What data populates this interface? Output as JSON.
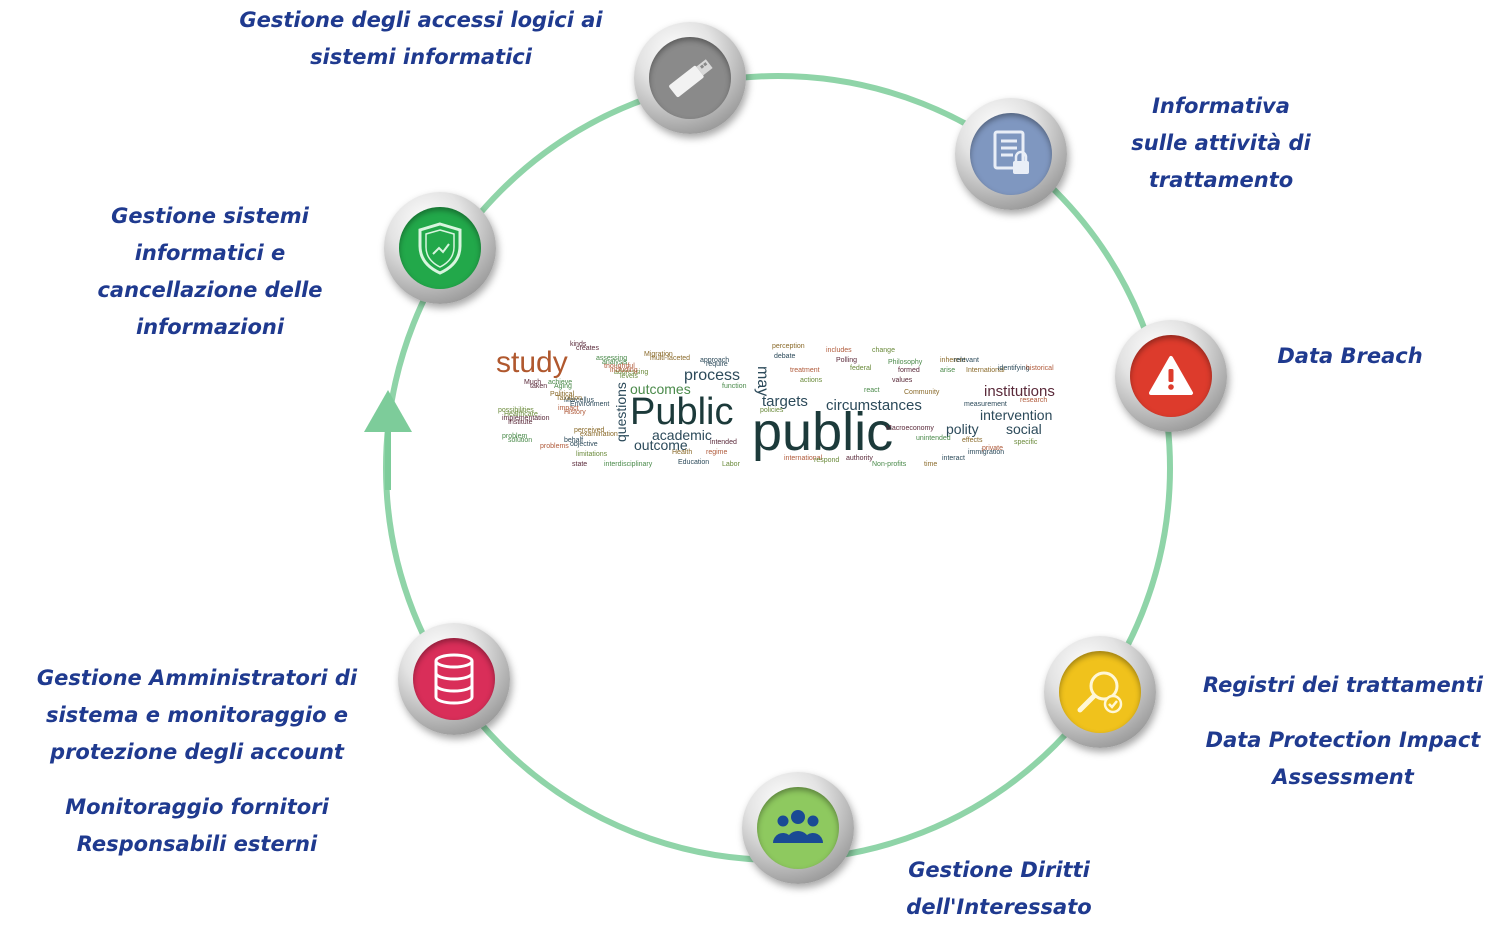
{
  "diagram": {
    "colors": {
      "ring": "#8fd4a8",
      "arrow": "#7dcc9a",
      "label": "#1f3a8f",
      "usb_inner": "#8a8a8a",
      "doc_inner": "#7f97c0",
      "breach_inner": "#dd3b2c",
      "search_inner": "#f0c21c",
      "users_inner": "#8ec95f",
      "db_inner": "#d92e59",
      "shield_inner": "#22a84a"
    },
    "nodes": [
      {
        "id": "usb",
        "icon": "usb-drive-icon",
        "label_lines": [
          "Gestione degli accessi logici ai",
          "sistemi informatici"
        ]
      },
      {
        "id": "doc",
        "icon": "document-lock-icon",
        "label_lines": [
          "Informativa",
          "sulle attività di",
          "trattamento"
        ]
      },
      {
        "id": "breach",
        "icon": "warning-triangle-icon",
        "label_lines": [
          "Data Breach"
        ]
      },
      {
        "id": "search",
        "icon": "magnifier-check-icon",
        "label_lines": [
          "Registri dei trattamenti",
          "",
          "Data Protection Impact",
          "Assessment"
        ]
      },
      {
        "id": "users",
        "icon": "users-group-icon",
        "label_lines": [
          "Gestione Diritti",
          "dell'Interessato"
        ]
      },
      {
        "id": "db",
        "icon": "database-icon",
        "label_lines": [
          "Gestione Amministratori di",
          "sistema e monitoraggio e",
          "protezione degli account",
          "",
          "Monitoraggio fornitori",
          "Responsabili esterni"
        ]
      },
      {
        "id": "shield",
        "icon": "shield-icon",
        "label_lines": [
          "Gestione sistemi",
          "informatici  e",
          "cancellazione delle",
          "informazioni"
        ]
      }
    ],
    "word_cloud": {
      "words": [
        {
          "t": "study",
          "s": 30,
          "c": "#b0582e"
        },
        {
          "t": "public",
          "s": 54,
          "c": "#1c3a3a"
        },
        {
          "t": "Public",
          "s": 38,
          "c": "#1c3a3a"
        },
        {
          "t": "process",
          "s": 16,
          "c": "#2c4a5a"
        },
        {
          "t": "outcomes",
          "s": 14,
          "c": "#4a8a4a"
        },
        {
          "t": "academic",
          "s": 14,
          "c": "#2c4a5a"
        },
        {
          "t": "outcome",
          "s": 14,
          "c": "#2c4a5a"
        },
        {
          "t": "targets",
          "s": 15,
          "c": "#2c4a5a"
        },
        {
          "t": "circumstances",
          "s": 15,
          "c": "#2c4a5a"
        },
        {
          "t": "institutions",
          "s": 15,
          "c": "#5a2a3a"
        },
        {
          "t": "intervention",
          "s": 14,
          "c": "#2c4a5a"
        },
        {
          "t": "polity",
          "s": 14,
          "c": "#2c4a5a"
        },
        {
          "t": "social",
          "s": 14,
          "c": "#2c4a5a"
        },
        {
          "t": "questions",
          "s": 14,
          "c": "#2c4a5a"
        },
        {
          "t": "may",
          "s": 16,
          "c": "#2c4a5a"
        }
      ],
      "small_words": [
        "kinds",
        "assessing",
        "Migration",
        "approach",
        "thoughtful",
        "addressing",
        "Much",
        "achieve",
        "Political",
        "Marcellus",
        "impact",
        "possibilities",
        "implementation",
        "problem",
        "perceived",
        "behalf",
        "problems",
        "limitations",
        "state",
        "interdisciplinary",
        "Health",
        "Education",
        "regime",
        "Labor",
        "intended",
        "function",
        "perception",
        "debate",
        "includes",
        "change",
        "Polling",
        "Philosophy",
        "inherent",
        "relevant",
        "treatment",
        "federal",
        "formed",
        "arise",
        "International",
        "identifying",
        "historical",
        "actions",
        "values",
        "react",
        "Community",
        "measurement",
        "research",
        "policies",
        "Macroeconomy",
        "unintended",
        "effects",
        "immigration",
        "international",
        "respond",
        "authority",
        "Non-profits",
        "time",
        "interact",
        "private",
        "specific",
        "creates",
        "analysis",
        "multi-faceted",
        "require",
        "including",
        "levels",
        "taken",
        "Aging",
        "Taxation",
        "Environment",
        "History",
        "Healthcare",
        "Institute",
        "solution",
        "examination",
        "objective"
      ]
    }
  }
}
